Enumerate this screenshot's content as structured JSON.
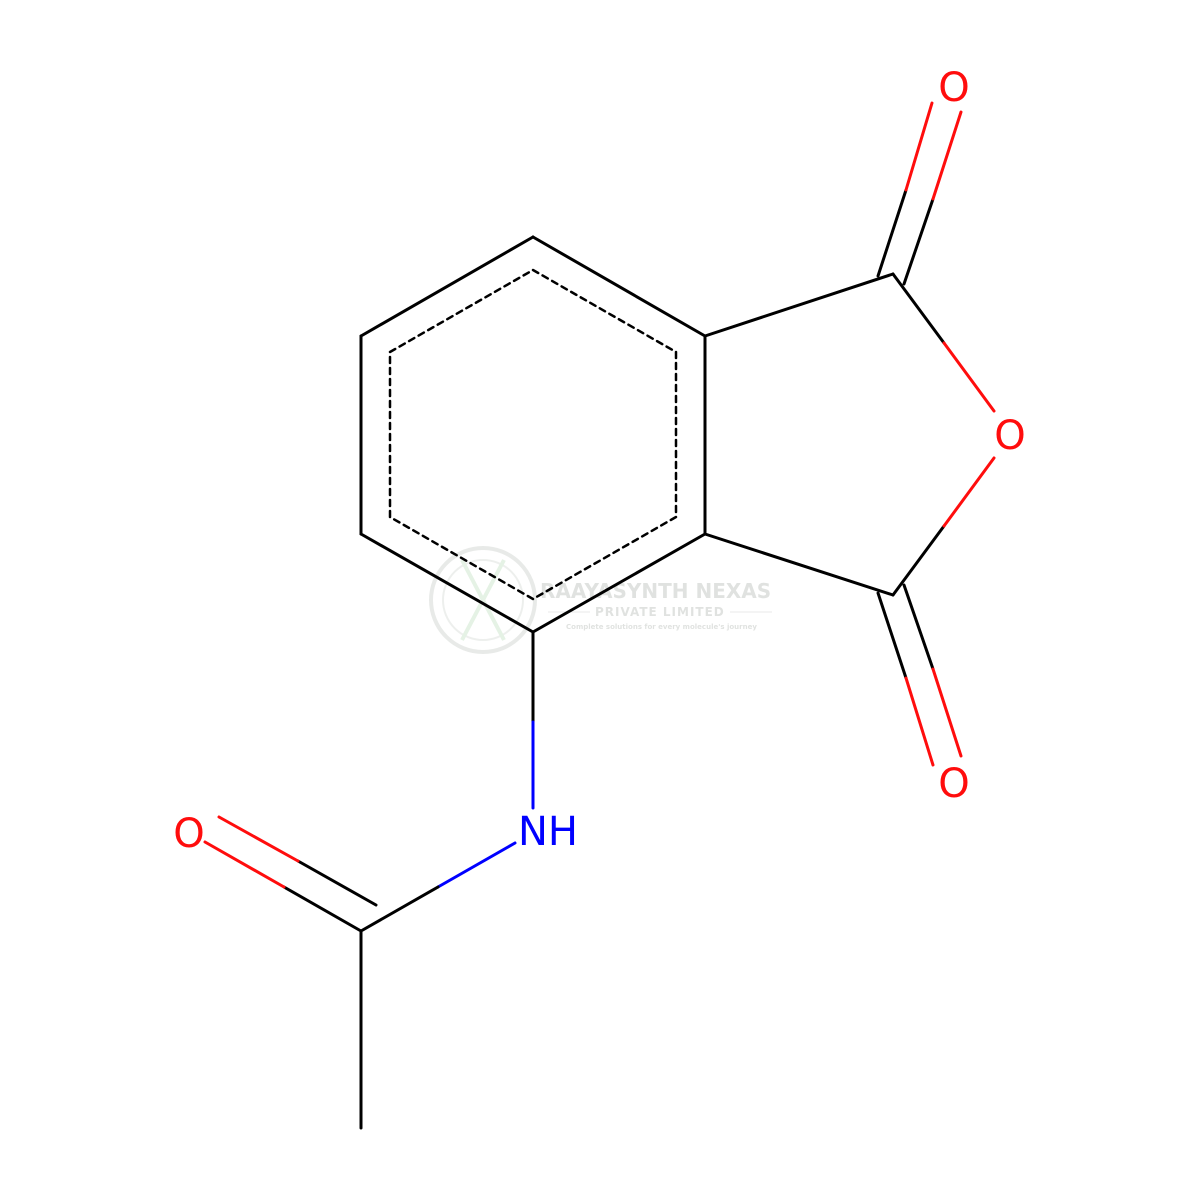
{
  "molecule": {
    "colors": {
      "bond": "#000000",
      "O": "#ff0d0d",
      "N": "#0000ff"
    },
    "atoms": {
      "o_top": "O",
      "o_ring": "O",
      "o_bottom": "O",
      "o_amide": "O",
      "nh": "NH"
    }
  },
  "watermark": {
    "company": "RAAYASYNTH NEXAS",
    "subtitle": "PRIVATE LIMITED",
    "tagline": "Complete solutions for every molecule's journey",
    "color": "#c8ccc8"
  }
}
